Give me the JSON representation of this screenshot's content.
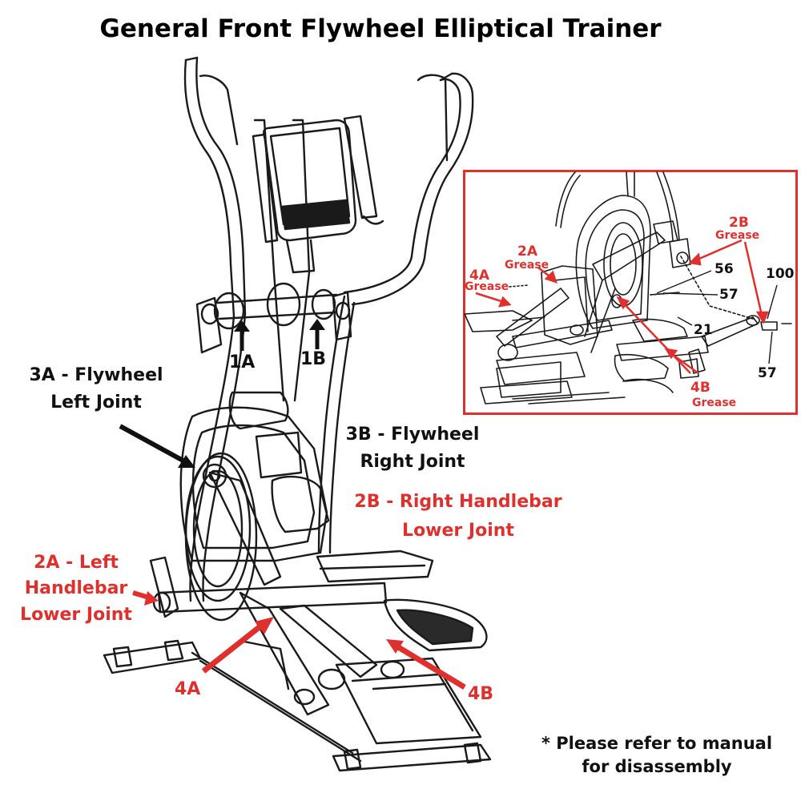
{
  "title": "General Front Flywheel Elliptical Trainer",
  "labels": {
    "joint_1a": "1A",
    "joint_1b": "1B",
    "joint_3a": {
      "line1": "3A - Flywheel",
      "line2": "Left Joint"
    },
    "joint_3b": {
      "line1": "3B - Flywheel",
      "line2": "Right Joint"
    },
    "joint_2b": {
      "line1": "2B - Right Handlebar",
      "line2": "Lower Joint"
    },
    "joint_2a": {
      "line1": "2A - Left",
      "line2": "Handlebar",
      "line3": "Lower Joint"
    },
    "joint_4a": "4A",
    "joint_4b": "4B"
  },
  "inset": {
    "label_2b": "2B",
    "label_2b_grease": "Grease",
    "label_2a": "2A",
    "label_2a_grease": "Grease",
    "label_4a": "4A",
    "label_4a_grease": "Grease",
    "label_4b": "4B",
    "label_4b_grease": "Grease",
    "part_56": "56",
    "part_57a": "57",
    "part_100": "100",
    "part_21": "21",
    "part_57b": "57"
  },
  "note": {
    "line1": "* Please refer to manual",
    "line2": "for disassembly"
  },
  "colors": {
    "accent_red": "#e0302e",
    "ink": "#111111"
  }
}
